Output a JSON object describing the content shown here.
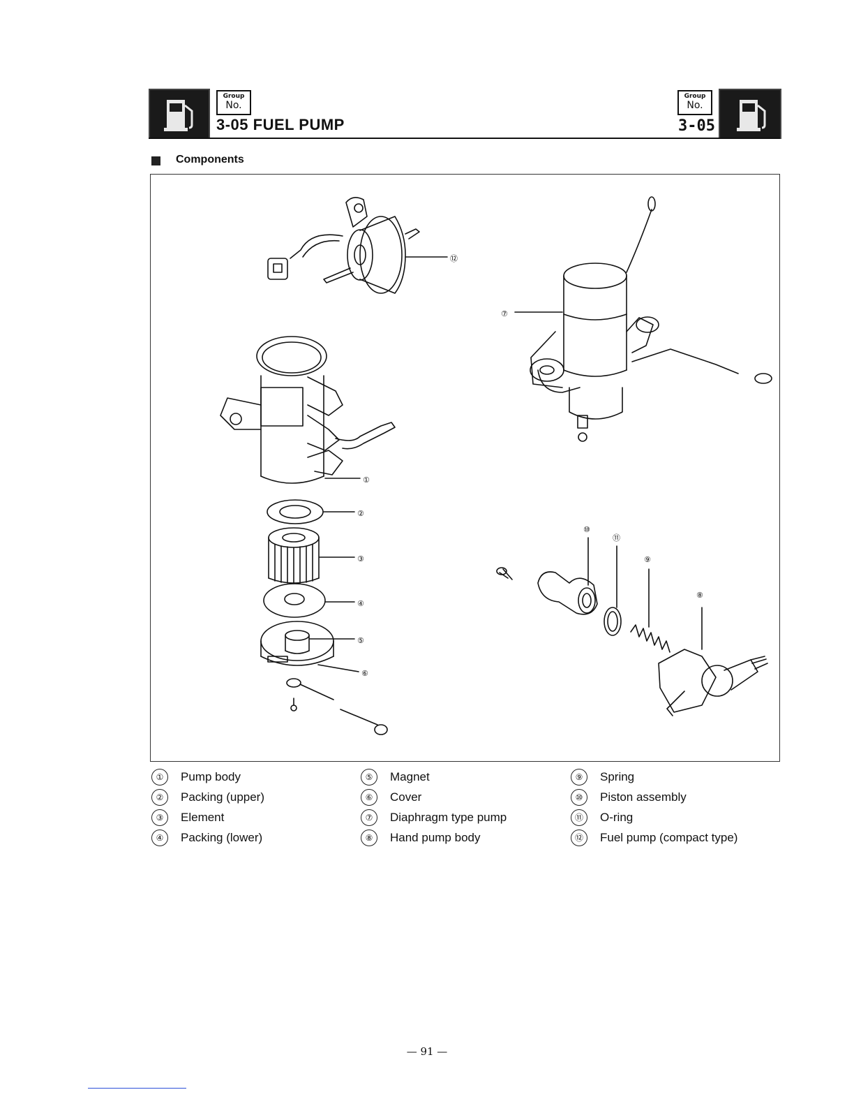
{
  "header": {
    "group_label": "Group",
    "no_label": "No.",
    "title": "3-05 FUEL PUMP",
    "group_number": "3-05",
    "icon": "fuel-pump-icon"
  },
  "section": {
    "title": "Components"
  },
  "callouts": [
    "①",
    "②",
    "③",
    "④",
    "⑤",
    "⑥",
    "⑦",
    "⑧",
    "⑨",
    "⑩",
    "⑪",
    "⑫"
  ],
  "legend": {
    "col1": [
      {
        "num": "①",
        "label": "Pump body"
      },
      {
        "num": "②",
        "label": "Packing (upper)"
      },
      {
        "num": "③",
        "label": "Element"
      },
      {
        "num": "④",
        "label": "Packing (lower)"
      }
    ],
    "col2": [
      {
        "num": "⑤",
        "label": "Magnet"
      },
      {
        "num": "⑥",
        "label": "Cover"
      },
      {
        "num": "⑦",
        "label": "Diaphragm type pump"
      },
      {
        "num": "⑧",
        "label": "Hand pump body"
      }
    ],
    "col3": [
      {
        "num": "⑨",
        "label": "Spring"
      },
      {
        "num": "⑩",
        "label": "Piston assembly"
      },
      {
        "num": "⑪",
        "label": "O-ring"
      },
      {
        "num": "⑫",
        "label": "Fuel pump (compact type)"
      }
    ]
  },
  "footer": {
    "page_number": "— 91 —"
  }
}
